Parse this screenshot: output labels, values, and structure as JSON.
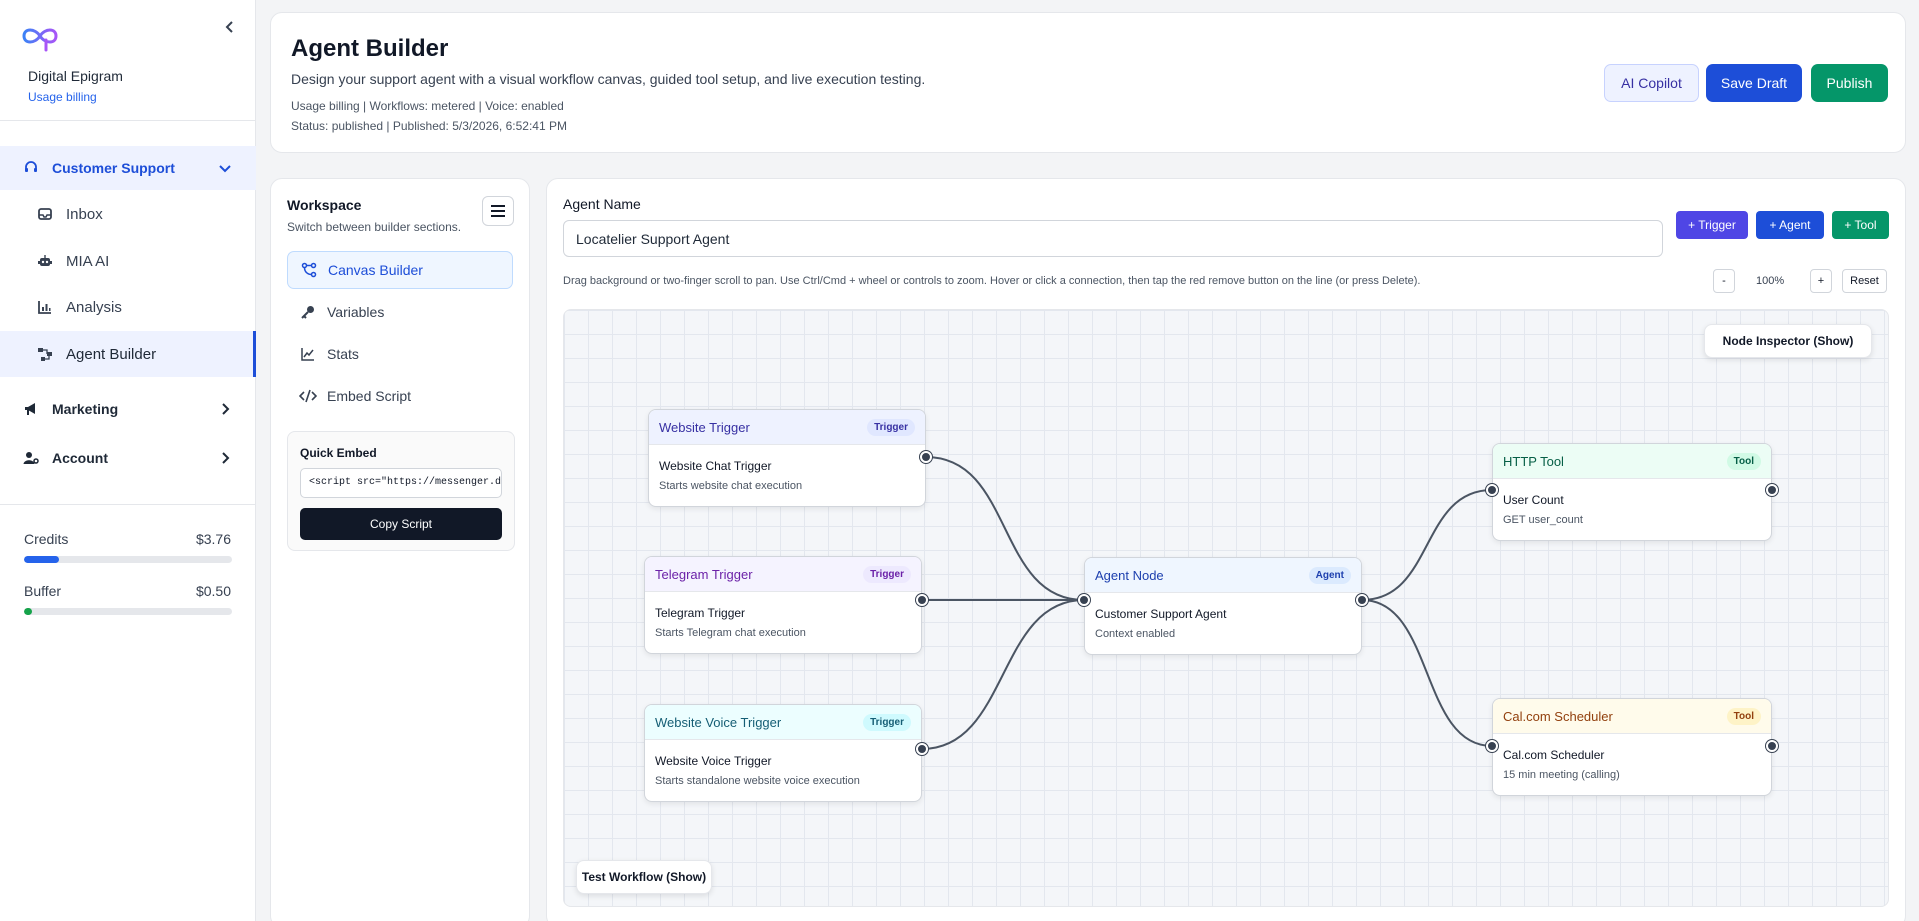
{
  "sidebar": {
    "org_name": "Digital Epigram",
    "org_plan": "Usage billing",
    "groups": {
      "customer_support": "Customer Support",
      "marketing": "Marketing",
      "account": "Account"
    },
    "items": [
      "Inbox",
      "MIA AI",
      "Analysis",
      "Agent Builder"
    ],
    "credits_label": "Credits",
    "credits_value": "$3.76",
    "credits_fill": 0.17,
    "buffer_label": "Buffer",
    "buffer_value": "$0.50",
    "buffer_fill": 0.02,
    "colors": {
      "accent": "#1d4ed8",
      "credits_bar": "#2563eb",
      "buffer_bar": "#16a34a"
    }
  },
  "header": {
    "title": "Agent Builder",
    "subtitle": "Design your support agent with a visual workflow canvas, guided tool setup, and live execution testing.",
    "meta1": "Usage billing | Workflows: metered | Voice: enabled",
    "meta2": "Status: published | Published: 5/3/2026, 6:52:41 PM",
    "buttons": {
      "copilot": "AI Copilot",
      "save_draft": "Save Draft",
      "publish": "Publish"
    }
  },
  "workspace": {
    "title": "Workspace",
    "subtitle": "Switch between builder sections.",
    "items": [
      "Canvas Builder",
      "Variables",
      "Stats",
      "Embed Script"
    ],
    "quick_embed": {
      "title": "Quick Embed",
      "value": "<script src=\"https://messenger.digital",
      "copy_label": "Copy Script"
    }
  },
  "canvas": {
    "agent_name_label": "Agent Name",
    "agent_name_value": "Locatelier Support Agent",
    "add_buttons": {
      "trigger": "+ Trigger",
      "agent": "+ Agent",
      "tool": "+ Tool"
    },
    "help": "Drag background or two-finger scroll to pan. Use Ctrl/Cmd + wheel or controls to zoom. Hover or click a connection, then tap the red remove button on the line (or press Delete).",
    "zoom": {
      "minus": "-",
      "value": "100%",
      "plus": "+",
      "reset": "Reset"
    },
    "node_inspector": "Node Inspector (Show)",
    "test_workflow": "Test Workflow (Show)",
    "nodes": {
      "website_trigger": {
        "head": "Website Trigger",
        "badge": "Trigger",
        "title": "Website Chat Trigger",
        "desc": "Starts website chat execution"
      },
      "telegram_trigger": {
        "head": "Telegram Trigger",
        "badge": "Trigger",
        "title": "Telegram Trigger",
        "desc": "Starts Telegram chat execution"
      },
      "voice_trigger": {
        "head": "Website Voice Trigger",
        "badge": "Trigger",
        "title": "Website Voice Trigger",
        "desc": "Starts standalone website voice execution"
      },
      "agent_node": {
        "head": "Agent Node",
        "badge": "Agent",
        "title": "Customer Support Agent",
        "desc": "Context enabled"
      },
      "http_tool": {
        "head": "HTTP Tool",
        "badge": "Tool",
        "title": "User Count",
        "desc": "GET user_count"
      },
      "cal_tool": {
        "head": "Cal.com Scheduler",
        "badge": "Tool",
        "title": "Cal.com Scheduler",
        "desc": "15 min meeting (calling)"
      }
    }
  }
}
